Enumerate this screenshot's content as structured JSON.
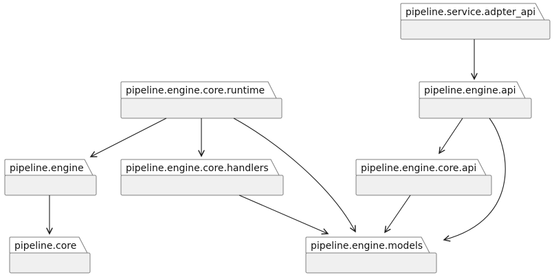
{
  "diagram": {
    "type": "package-dependency-diagram",
    "colors": {
      "background": "#ffffff",
      "package_body_fill": "#f0f0f0",
      "package_tab_fill": "#ffffff",
      "package_border": "#7f7f7f",
      "arrow": "#1c1c1c",
      "text": "#111111"
    },
    "nodes": {
      "adpter_api": {
        "label": "pipeline.service.adpter_api"
      },
      "runtime": {
        "label": "pipeline.engine.core.runtime"
      },
      "engine_api": {
        "label": "pipeline.engine.api"
      },
      "engine": {
        "label": "pipeline.engine"
      },
      "handlers": {
        "label": "pipeline.engine.core.handlers"
      },
      "core_api": {
        "label": "pipeline.engine.core.api"
      },
      "core": {
        "label": "pipeline.core"
      },
      "models": {
        "label": "pipeline.engine.models"
      }
    },
    "edges": [
      {
        "from": "pipeline.service.adpter_api",
        "to": "pipeline.engine.api"
      },
      {
        "from": "pipeline.engine.core.runtime",
        "to": "pipeline.engine"
      },
      {
        "from": "pipeline.engine.core.runtime",
        "to": "pipeline.engine.core.handlers"
      },
      {
        "from": "pipeline.engine.core.runtime",
        "to": "pipeline.engine.models"
      },
      {
        "from": "pipeline.engine.api",
        "to": "pipeline.engine.core.api"
      },
      {
        "from": "pipeline.engine.api",
        "to": "pipeline.engine.models"
      },
      {
        "from": "pipeline.engine",
        "to": "pipeline.core"
      },
      {
        "from": "pipeline.engine.core.handlers",
        "to": "pipeline.engine.models"
      },
      {
        "from": "pipeline.engine.core.api",
        "to": "pipeline.engine.models"
      }
    ]
  }
}
